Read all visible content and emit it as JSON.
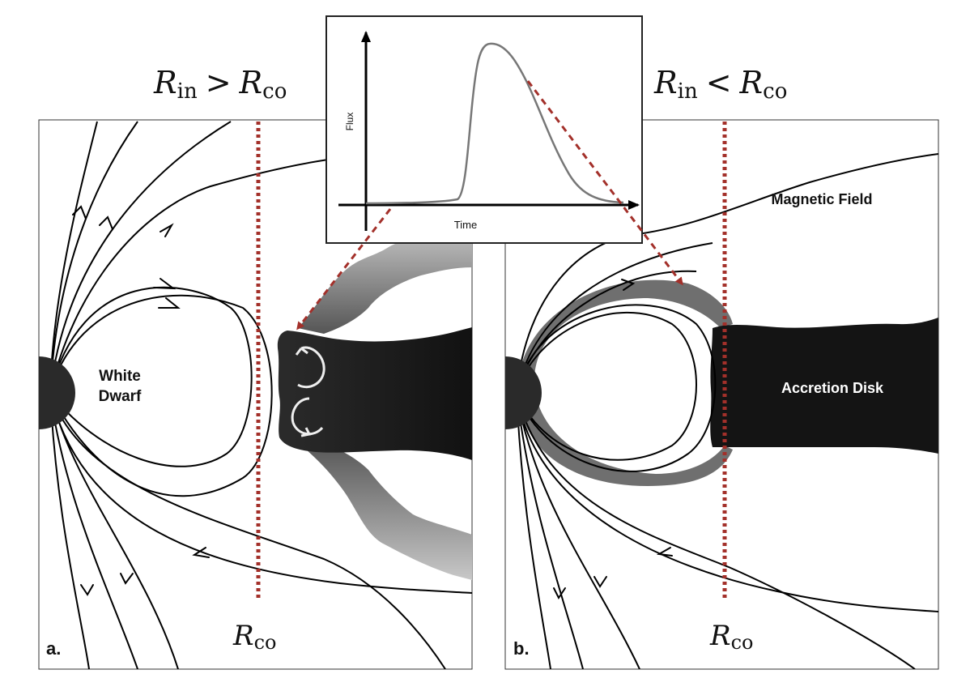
{
  "headings": {
    "left": {
      "sym": "R",
      "sub": "in",
      "op": ">",
      "sym2": "R",
      "sub2": "co"
    },
    "right": {
      "sym": "R",
      "sub": "in",
      "op": "<",
      "sym2": "R",
      "sub2": "co"
    }
  },
  "panel_a": {
    "tag": "a.",
    "star_label_line1": "White",
    "star_label_line2": "Dwarf",
    "rco": {
      "sym": "R",
      "sub": "co"
    }
  },
  "panel_b": {
    "tag": "b.",
    "field_label": "Magnetic Field",
    "disk_label": "Accretion Disk",
    "rco": {
      "sym": "R",
      "sub": "co"
    }
  },
  "inset": {
    "ylabel": "Flux",
    "xlabel": "Time"
  },
  "colors": {
    "line": "#000000",
    "corotation": "#a3302a",
    "disk": "#141414",
    "star": "#2a2a2a",
    "stream": "#8a8a8a",
    "curve": "#777777"
  }
}
